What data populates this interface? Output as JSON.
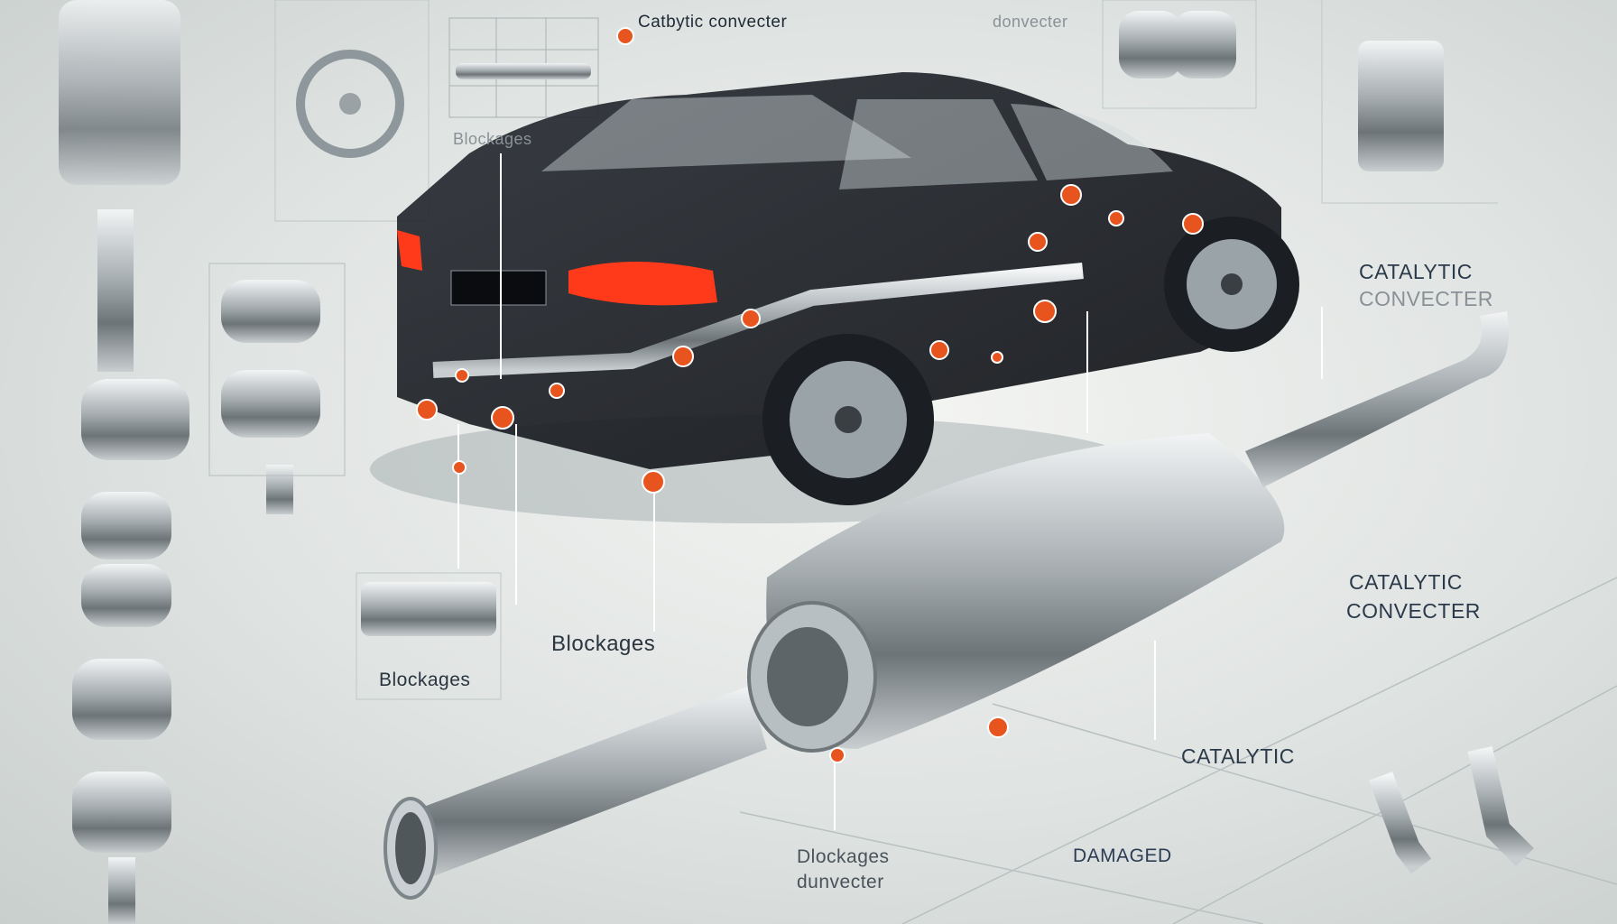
{
  "labels": {
    "top_label": "Catbytic convecter",
    "top_faint_label": "donvecter",
    "top_left_blockages": "Blockages",
    "right_upper_line1": "CATALYTIC",
    "right_upper_line2": "CONVECTER",
    "right_mid_line1": "CATALYTIC",
    "right_mid_line2": "CONVECTER",
    "mid_blockages": "Blockages",
    "box_blockages": "Blockages",
    "bottom_catalytic": "CATALYTIC",
    "bottom_left_line1": "Dlockages",
    "bottom_left_line2": "dunvecter",
    "bottom_damaged": "DAMAGED"
  },
  "colors": {
    "background": "#dfe3e1",
    "marker": "#e8541e",
    "metal": "#a9b0b4",
    "car_body": "#1a1d22",
    "tail_light": "#ff3a1a"
  }
}
